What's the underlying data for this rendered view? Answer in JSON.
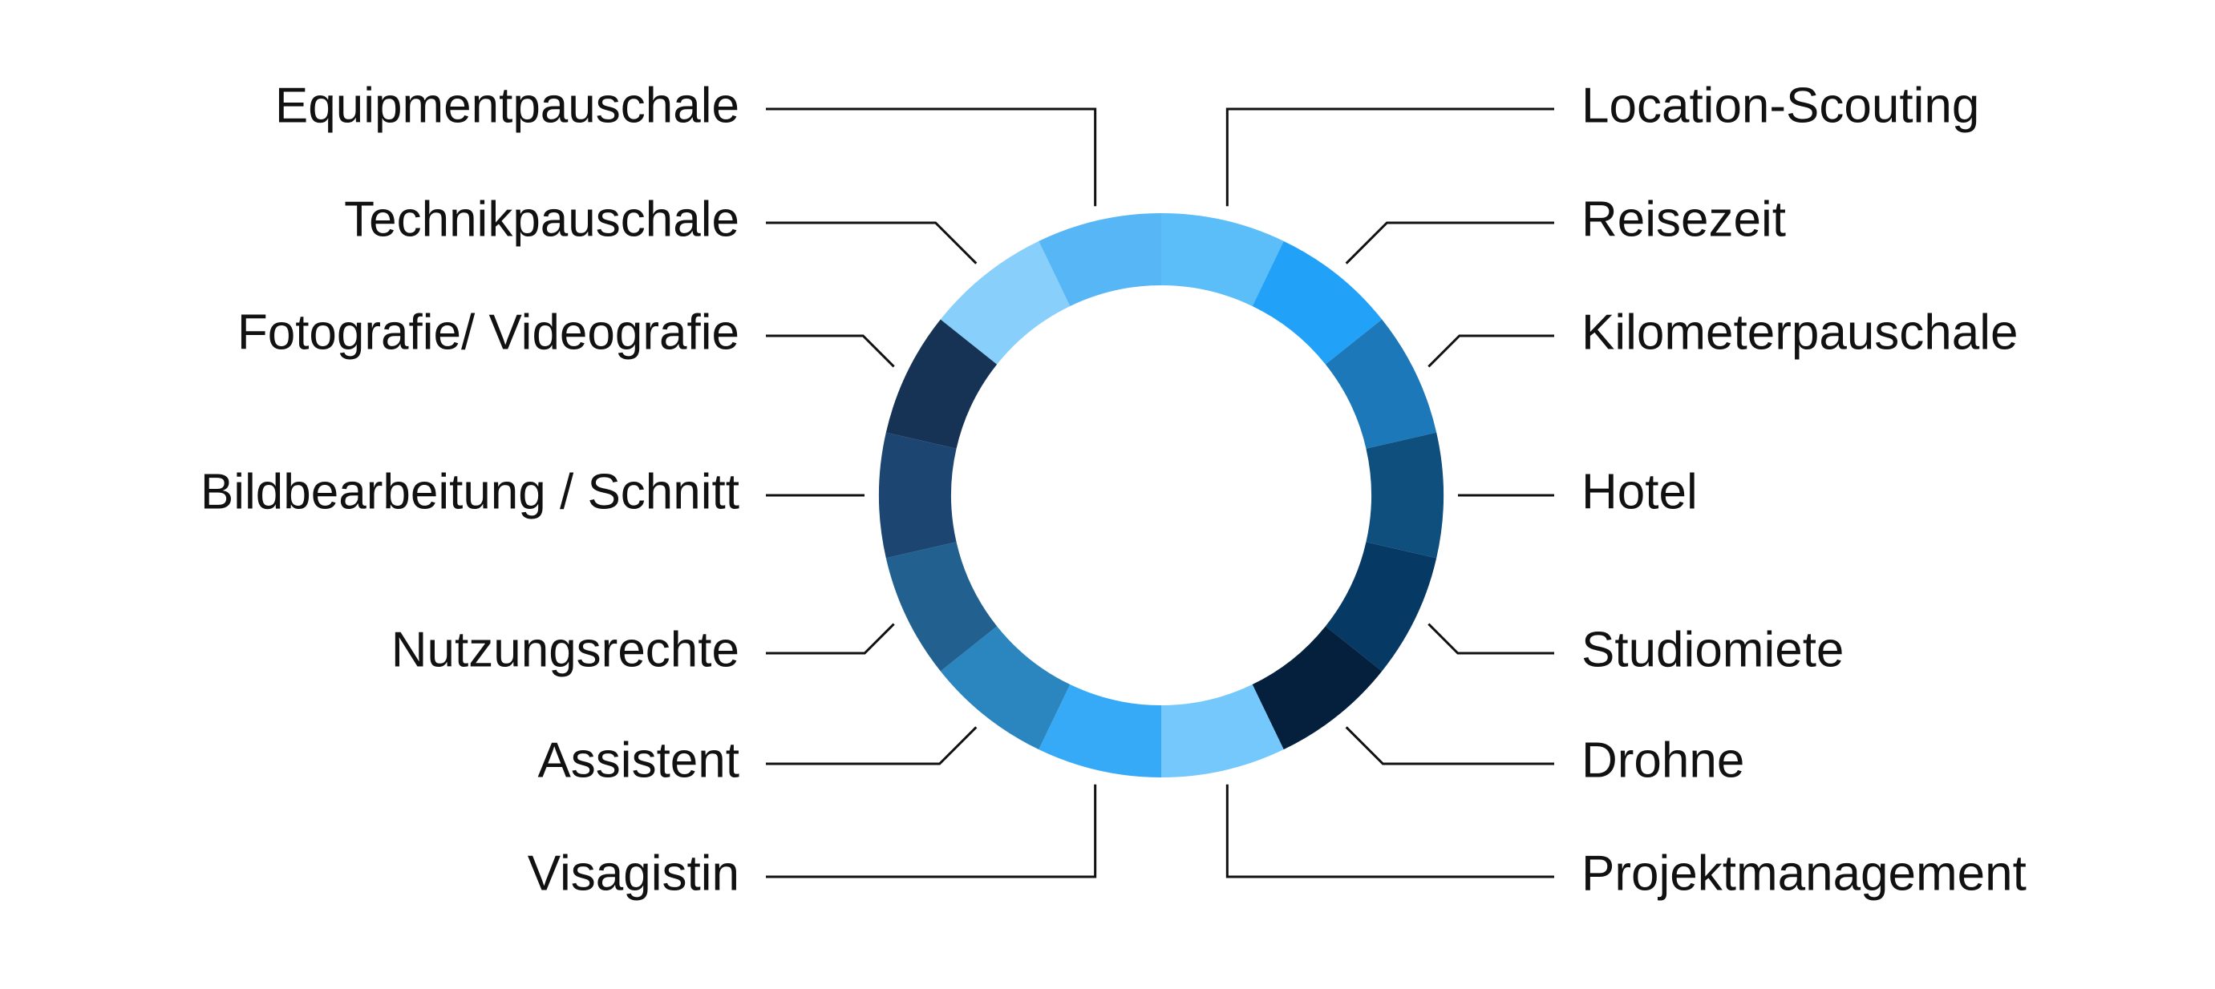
{
  "chart_data": {
    "type": "pie",
    "variant": "donut",
    "title": "",
    "legend": "none",
    "categories": [
      "Location-Scouting",
      "Reisezeit",
      "Kilometerpauschale",
      "Hotel",
      "Studiomiete",
      "Drohne",
      "Projektmanagement",
      "Visagistin",
      "Assistent",
      "Nutzungsrechte",
      "Bildbearbeitung / Schnitt",
      "Fotografie/ Videografie",
      "Technikpauschale",
      "Equipmentpauschale"
    ],
    "values": [
      1,
      1,
      1,
      1,
      1,
      1,
      1,
      1,
      1,
      1,
      1,
      1,
      1,
      1
    ],
    "colors": [
      "#5bbef9",
      "#22a1f8",
      "#1c78b8",
      "#0e4f7e",
      "#063a64",
      "#04203c",
      "#74c8fb",
      "#36aaf7",
      "#2b86bf",
      "#21608f",
      "#1c4671",
      "#163254",
      "#89cffb",
      "#56b6f6"
    ],
    "label_sides": [
      "right",
      "right",
      "right",
      "right",
      "right",
      "right",
      "right",
      "left",
      "left",
      "left",
      "left",
      "left",
      "left",
      "left"
    ]
  }
}
